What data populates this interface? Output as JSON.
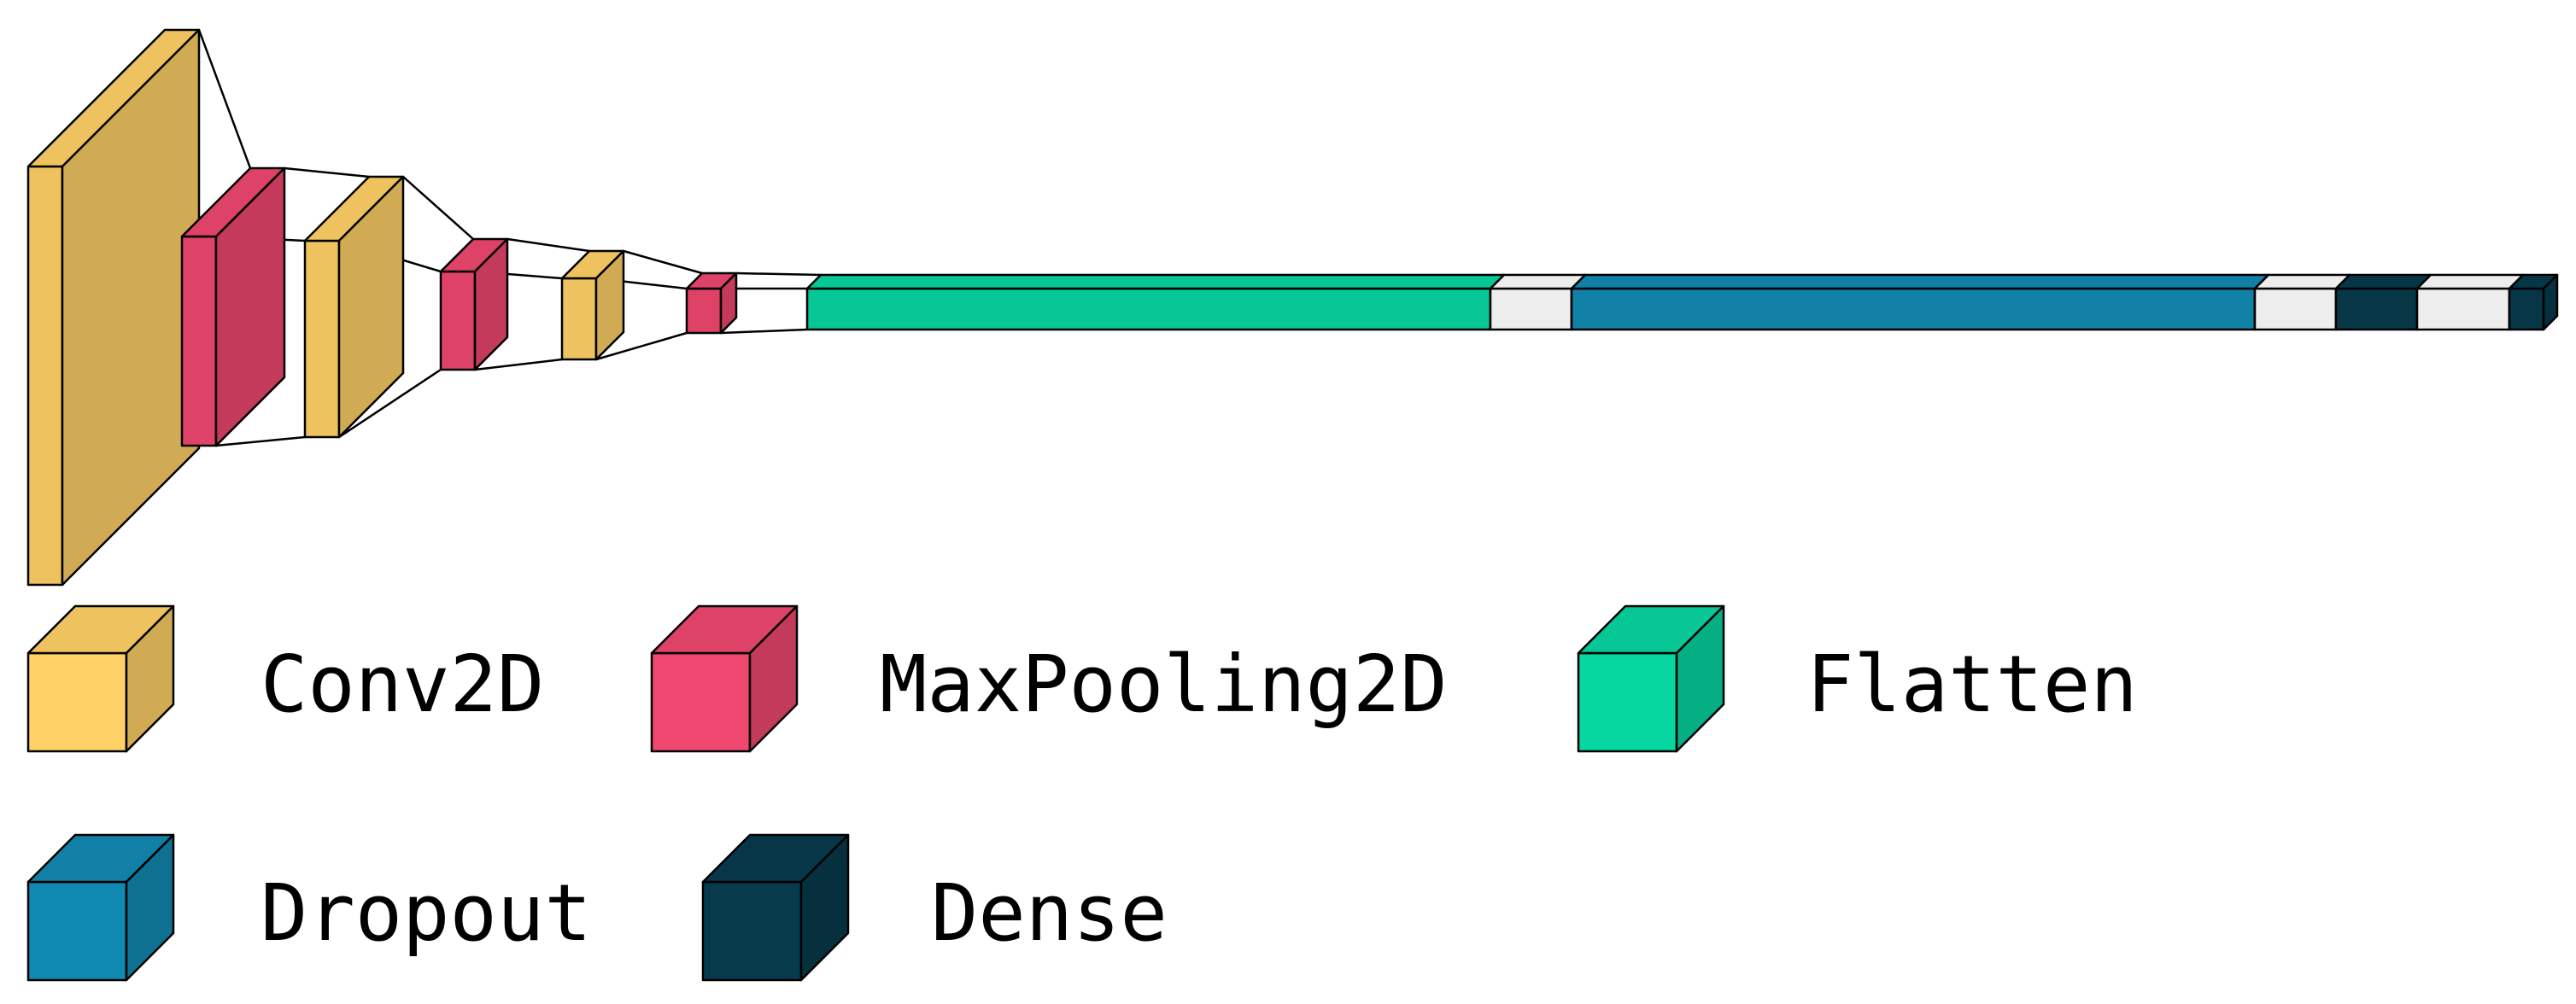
{
  "colors": {
    "Conv2D": "#ffd166",
    "MaxPooling2D": "#ef476f",
    "Flatten": "#06d6a0",
    "Dropout": "#118ab2",
    "Dense": "#073b4c"
  },
  "network": {
    "layers": [
      {
        "type": "Conv2D"
      },
      {
        "type": "MaxPooling2D"
      },
      {
        "type": "Conv2D"
      },
      {
        "type": "MaxPooling2D"
      },
      {
        "type": "Conv2D"
      },
      {
        "type": "MaxPooling2D"
      },
      {
        "type": "Flatten"
      },
      {
        "type": "Dropout"
      },
      {
        "type": "Dense"
      },
      {
        "type": "Dropout"
      },
      {
        "type": "Dense"
      }
    ]
  },
  "legend": {
    "items": [
      {
        "label": "Conv2D",
        "type": "Conv2D"
      },
      {
        "label": "MaxPooling2D",
        "type": "MaxPooling2D"
      },
      {
        "label": "Flatten",
        "type": "Flatten"
      },
      {
        "label": "Dropout",
        "type": "Dropout"
      },
      {
        "label": "Dense",
        "type": "Dense"
      }
    ]
  }
}
